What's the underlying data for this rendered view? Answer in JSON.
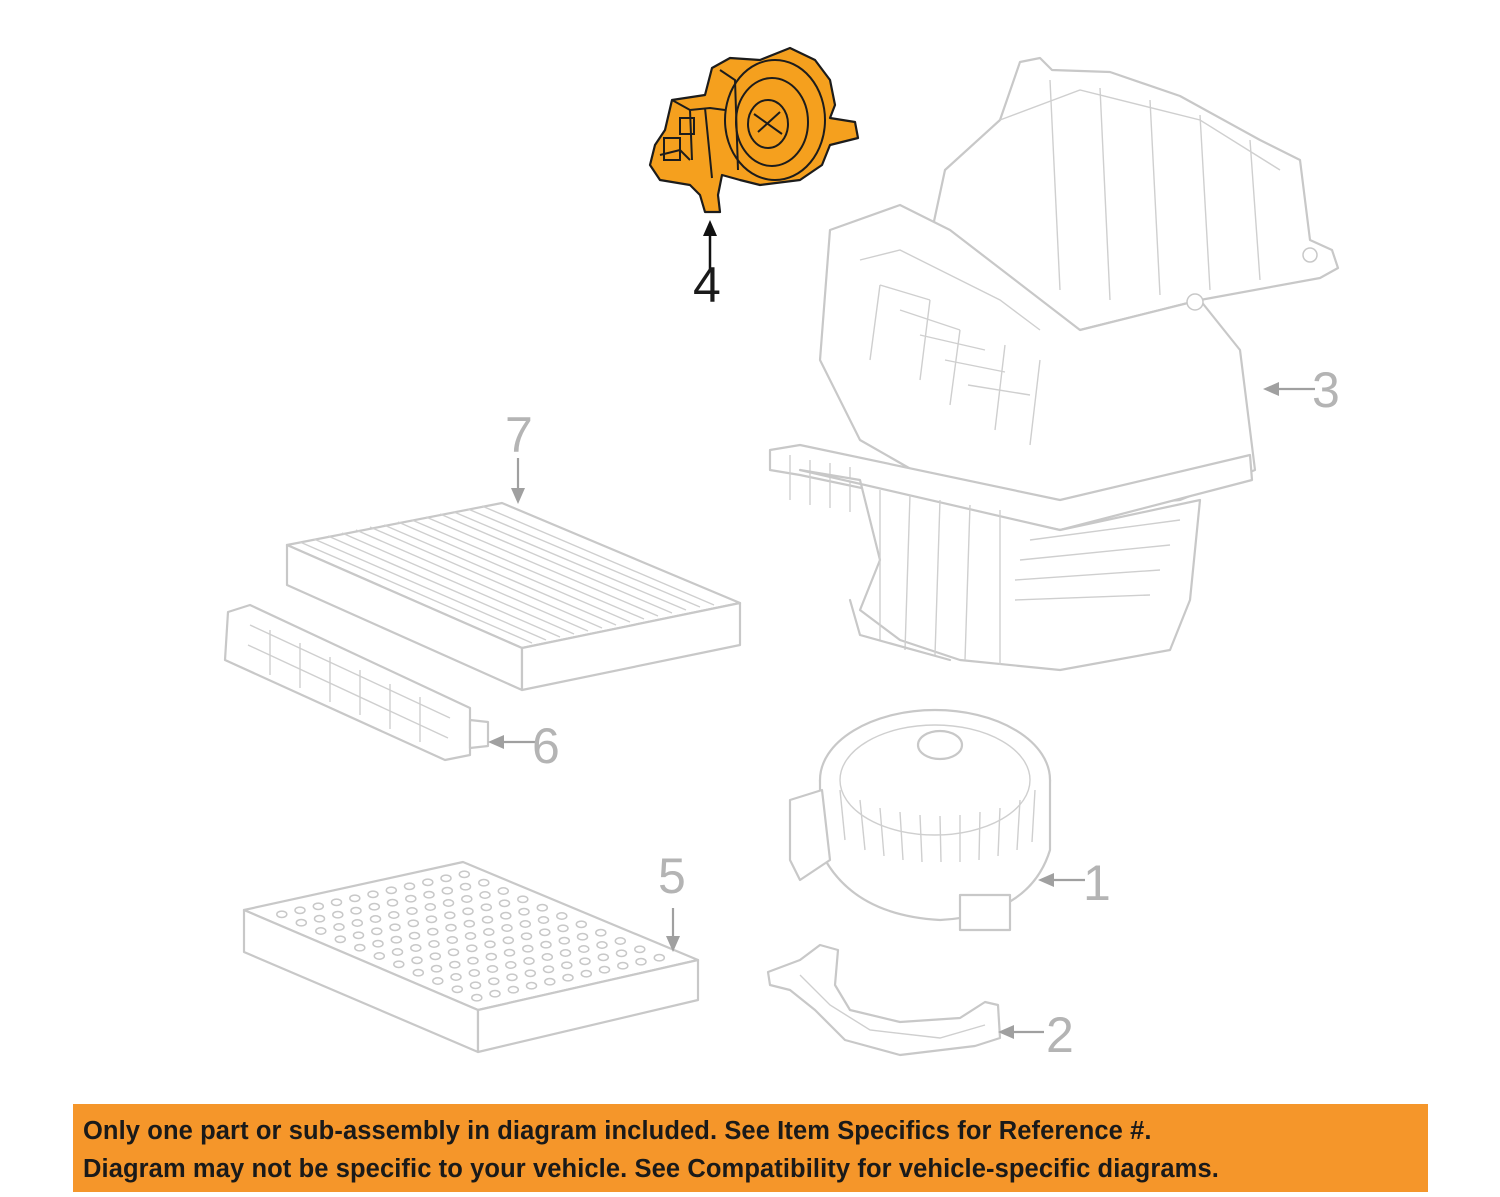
{
  "callouts": {
    "part_1": "1",
    "part_2": "2",
    "part_3": "3",
    "part_4": "4",
    "part_5": "5",
    "part_6": "6",
    "part_7": "7"
  },
  "highlighted_part": "4",
  "colors": {
    "highlight": "#f5a01e",
    "notice_background": "#f5962a",
    "line_art": "#c8c8c8"
  },
  "notice": {
    "line1": "Only one part or sub-assembly in diagram included. See Item Specifics for Reference #.",
    "line2": "Diagram may not be specific to your vehicle. See Compatibility for vehicle-specific diagrams."
  }
}
